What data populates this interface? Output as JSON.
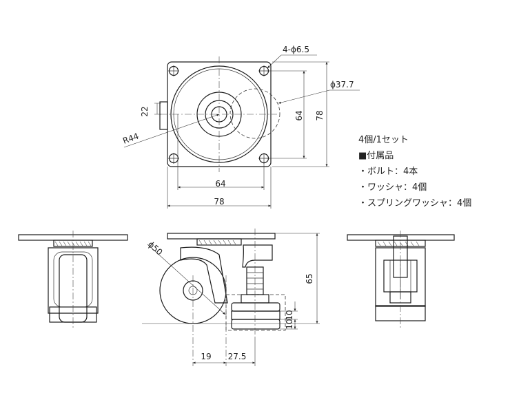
{
  "top_view": {
    "hole_callout": "4-ϕ6.5",
    "offset_circle_dia": "ϕ37.7",
    "radius_label": "R44",
    "dim_offset": "22",
    "dim_inner_h": "64",
    "dim_outer_h": "78",
    "dim_inner_w": "64",
    "dim_outer_w": "78"
  },
  "side_view": {
    "wheel_dia": "ϕ50",
    "dim_height": "65",
    "dim_offset_a": "19",
    "dim_offset_b": "27.5",
    "dim_stack_a": "10",
    "dim_stack_b": "10"
  },
  "notes": {
    "set_info": "4個/1セット",
    "accessories_title": "■付属品",
    "items": [
      "・ボルト：4本",
      "・ワッシャ：4個",
      "・スプリングワッシャ：4個"
    ]
  }
}
